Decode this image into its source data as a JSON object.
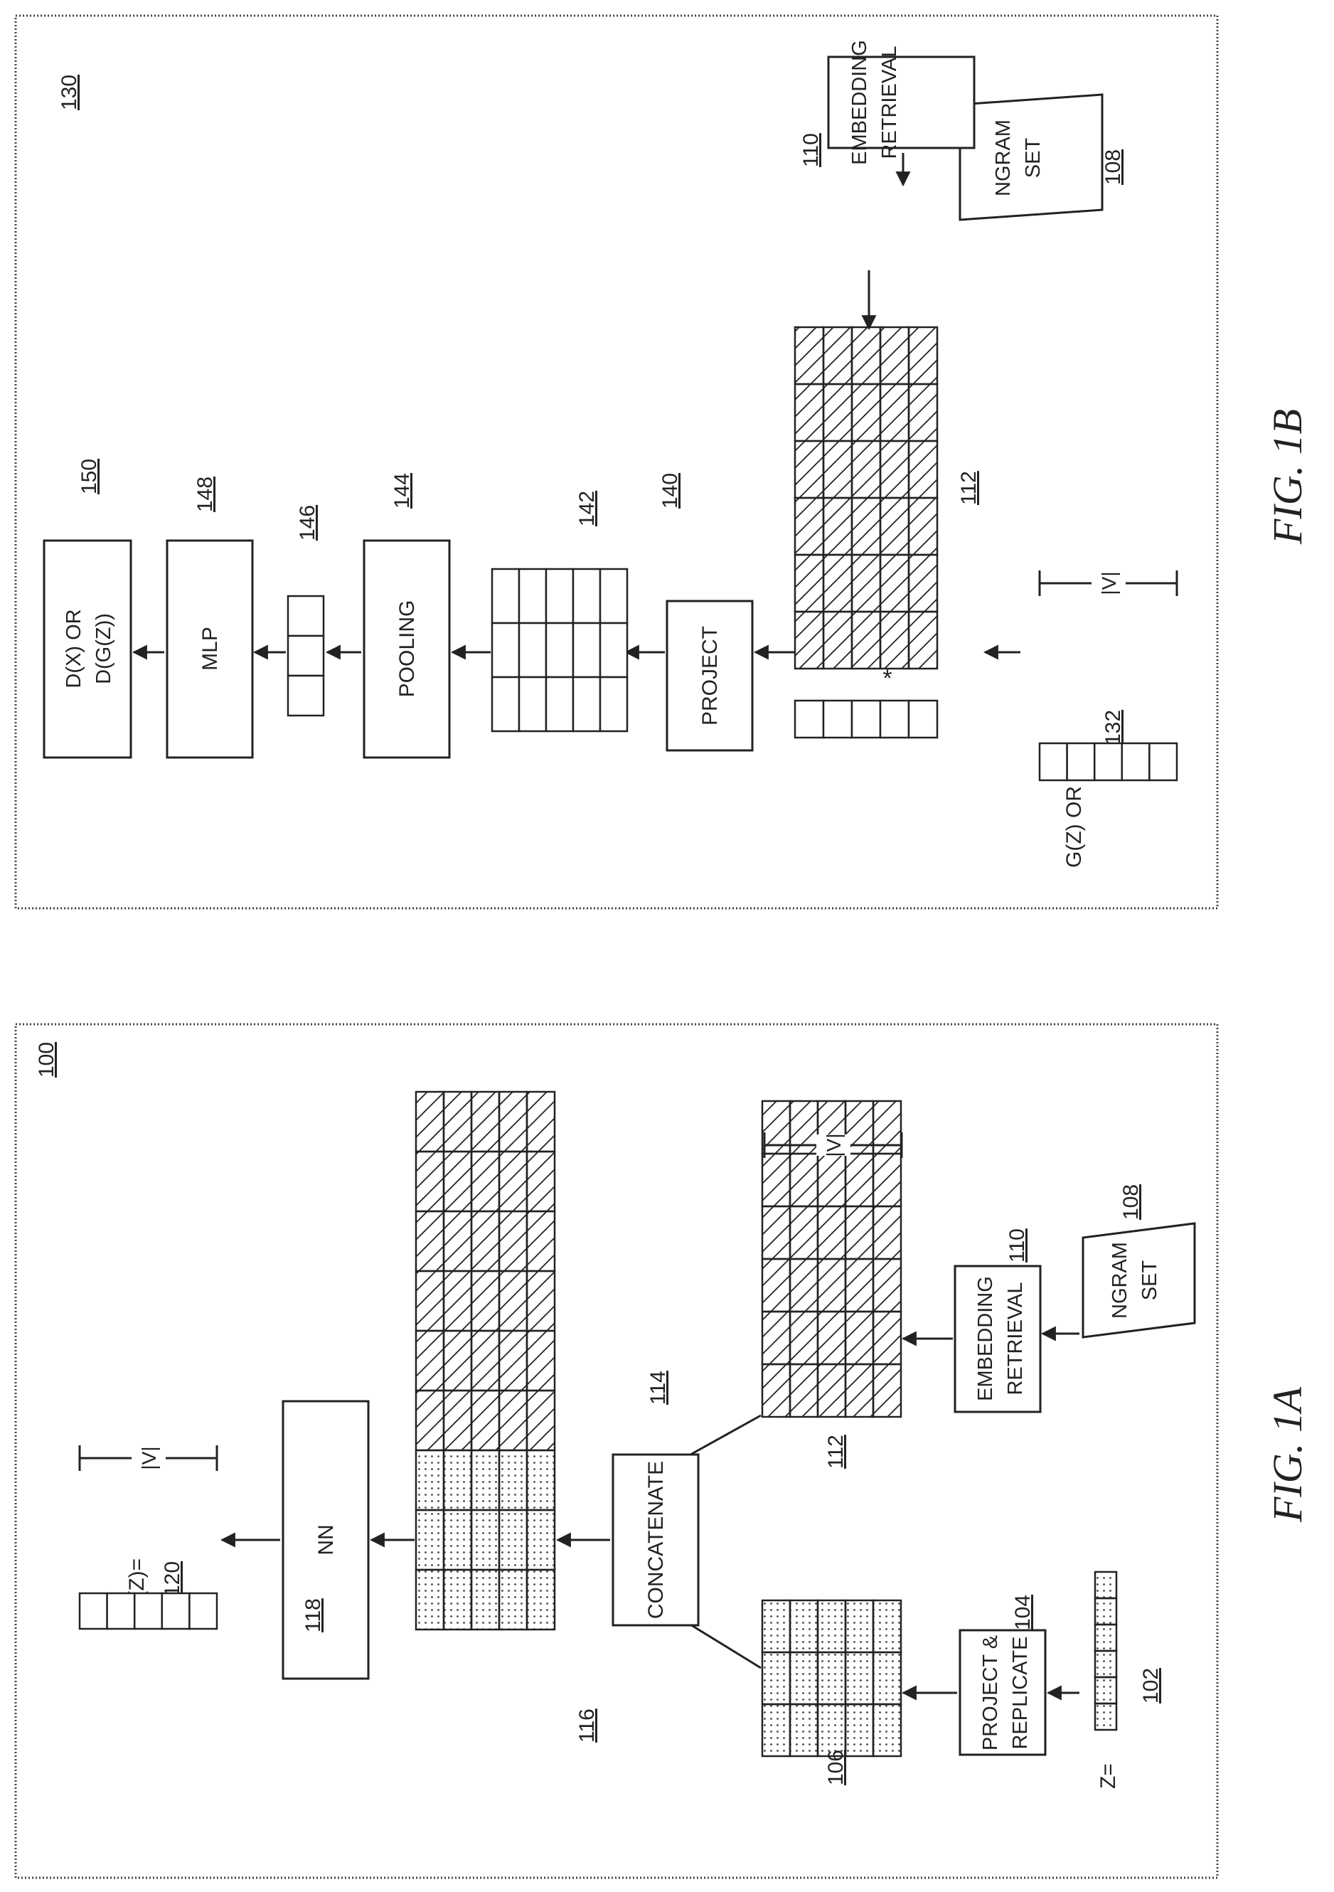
{
  "fig1a": {
    "caption": "FIG. 1A",
    "ref_main": "100",
    "z_label": "Z=",
    "ref_z": "102",
    "project_replicate_l1": "PROJECT &",
    "project_replicate_l2": "REPLICATE",
    "ref_project": "104",
    "ref_dotted_matrix": "106",
    "ngram_l1": "NGRAM",
    "ngram_l2": "SET",
    "ref_ngram": "108",
    "embed_l1": "EMBEDDING",
    "embed_l2": "RETRIEVAL",
    "ref_embed": "110",
    "ref_hatched_matrix": "112",
    "v_label": "|V|",
    "concatenate": "CONCATENATE",
    "ref_concat": "114",
    "ref_combined": "116",
    "nn": "NN",
    "ref_nn": "118",
    "gz_label": "G(Z)=",
    "ref_gz": "120",
    "v_label_out": "|V|"
  },
  "fig1b": {
    "caption": "FIG. 1B",
    "ref_main": "130",
    "ngram_l1": "NGRAM",
    "ngram_l2": "SET",
    "ref_ngram": "108",
    "embed_l1": "EMBEDDING",
    "embed_l2": "RETRIEVAL",
    "ref_embed": "110",
    "ref_hatched_matrix": "112",
    "star": "*",
    "input_label": "G(Z) OR X=",
    "ref_input": "132",
    "v_label": "|V|",
    "project": "PROJECT",
    "ref_project": "140",
    "ref_grid": "142",
    "pooling": "POOLING",
    "ref_pooling": "144",
    "ref_vector": "146",
    "mlp": "MLP",
    "ref_mlp": "148",
    "out_l1": "D(X) OR",
    "out_l2": "D(G(Z))",
    "ref_out": "150"
  },
  "colors": {
    "ink": "#222222",
    "paper": "#ffffff"
  }
}
